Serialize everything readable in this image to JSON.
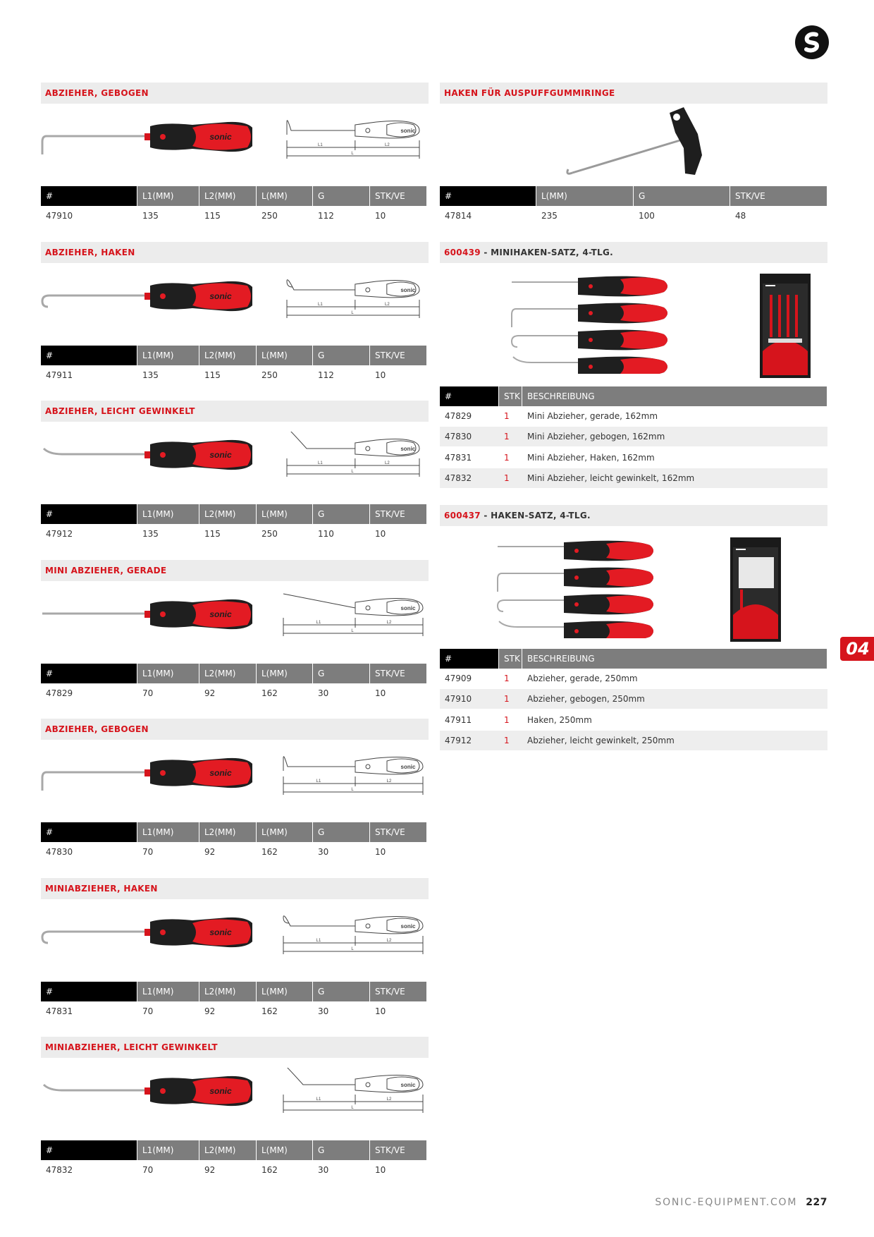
{
  "page": {
    "website": "SONIC-EQUIPMENT.COM",
    "page_number": "227",
    "chapter_tab": "04",
    "logo_icon": "sonic-s-logo"
  },
  "colors": {
    "accent": "#d6141c",
    "header_dark": "#000000",
    "header_grey": "#7d7d7d",
    "title_bg": "#ececec"
  },
  "tool_cols": [
    "#",
    "L1(MM)",
    "L2(MM)",
    "L(MM)",
    "G",
    "STK/VE"
  ],
  "set_cols": [
    "#",
    "STK",
    "BESCHREIBUNG"
  ],
  "left": [
    {
      "title": "ABZIEHER, GEBOGEN",
      "row": [
        "47910",
        "135",
        "115",
        "250",
        "112",
        "10"
      ]
    },
    {
      "title": "ABZIEHER, HAKEN",
      "row": [
        "47911",
        "135",
        "115",
        "250",
        "112",
        "10"
      ]
    },
    {
      "title": "ABZIEHER, LEICHT GEWINKELT",
      "row": [
        "47912",
        "135",
        "115",
        "250",
        "110",
        "10"
      ]
    },
    {
      "title": "MINI ABZIEHER, GERADE",
      "row": [
        "47829",
        "70",
        "92",
        "162",
        "30",
        "10"
      ]
    },
    {
      "title": "ABZIEHER, GEBOGEN",
      "row": [
        "47830",
        "70",
        "92",
        "162",
        "30",
        "10"
      ]
    },
    {
      "title": "MINIABZIEHER, HAKEN",
      "row": [
        "47831",
        "70",
        "92",
        "162",
        "30",
        "10"
      ]
    },
    {
      "title": "MINIABZIEHER, LEICHT GEWINKELT",
      "row": [
        "47832",
        "70",
        "92",
        "162",
        "30",
        "10"
      ]
    }
  ],
  "right": {
    "exhaust": {
      "title": "HAKEN FÜR AUSPUFFGUMMIRINGE",
      "cols": [
        "#",
        "L(MM)",
        "G",
        "STK/VE"
      ],
      "row": [
        "47814",
        "235",
        "100",
        "48"
      ]
    },
    "set1": {
      "code": "600439",
      "sep": " - ",
      "title": "MINIHAKEN-SATZ, 4-TLG.",
      "rows": [
        [
          "47829",
          "1",
          "Mini Abzieher, gerade, 162mm"
        ],
        [
          "47830",
          "1",
          "Mini Abzieher, gebogen, 162mm"
        ],
        [
          "47831",
          "1",
          "Mini Abzieher, Haken, 162mm"
        ],
        [
          "47832",
          "1",
          "Mini Abzieher, leicht gewinkelt, 162mm"
        ]
      ]
    },
    "set2": {
      "code": "600437",
      "sep": " - ",
      "title": "HAKEN-SATZ, 4-TLG.",
      "rows": [
        [
          "47909",
          "1",
          "Abzieher, gerade, 250mm"
        ],
        [
          "47910",
          "1",
          "Abzieher, gebogen, 250mm"
        ],
        [
          "47911",
          "1",
          "Haken, 250mm"
        ],
        [
          "47912",
          "1",
          "Abzieher, leicht gewinkelt, 250mm"
        ]
      ]
    }
  },
  "drawing_labels": {
    "l1": "L1",
    "l2": "L2",
    "l": "L",
    "brand": "SONIC"
  }
}
